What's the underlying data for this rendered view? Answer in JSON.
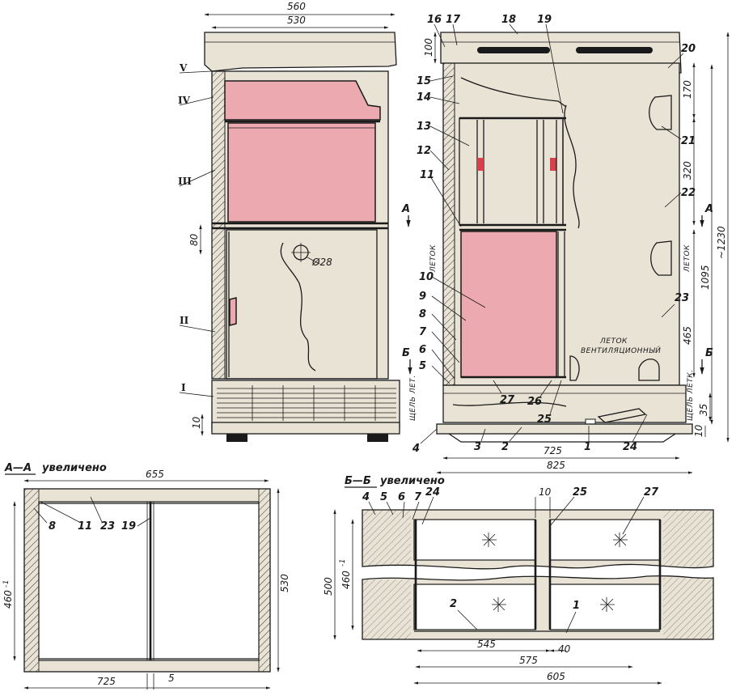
{
  "front_view": {
    "dims": {
      "width_total": "560",
      "width_inner": "530",
      "hole_height": "80",
      "hole_diameter": "Ø28",
      "bottom": "10"
    },
    "roman_labels": [
      "V",
      "IV",
      "III",
      "II",
      "I"
    ]
  },
  "side_view": {
    "part_numbers": [
      "16",
      "17",
      "18",
      "19",
      "20",
      "15",
      "14",
      "13",
      "12",
      "21",
      "11",
      "22",
      "10",
      "9",
      "8",
      "23",
      "7",
      "6",
      "5",
      "27",
      "26",
      "25",
      "4",
      "3",
      "2",
      "1",
      "24"
    ],
    "dims": {
      "top_100": "100",
      "d170": "170",
      "d320": "320",
      "d1095": "1095",
      "d1230": "~1230",
      "d465": "465",
      "d35": "35",
      "d10": "10",
      "d725": "725",
      "d825": "825"
    },
    "section_markers": {
      "a": "А",
      "b": "Б"
    },
    "notes": {
      "letok_upper_left": "ЛЕТОК",
      "letok_upper_right": "ЛЕТОК",
      "letok_vent": "ЛЕТОК\nВЕНТИЛЯЦИОННЫЙ",
      "shchel_left": "ЩЕЛЬ\nЛЕТ.",
      "shchel_right": "ЩЕЛЬ\nЛЕТК."
    }
  },
  "section_a": {
    "title": "А—А",
    "caption": "увеличено",
    "labels": [
      "8",
      "11",
      "23",
      "19"
    ],
    "dims": {
      "top": "655",
      "left": "460",
      "left_sup": "-1",
      "right": "530",
      "bottom": "725",
      "gap": "5"
    }
  },
  "section_b": {
    "title": "Б—Б",
    "caption": "увеличено",
    "labels": [
      "4",
      "5",
      "6",
      "7",
      "24",
      "25",
      "27",
      "2",
      "1"
    ],
    "dims": {
      "gap10": "10",
      "d500": "500",
      "d460": "460",
      "d460_sup": "-1",
      "d545": "545",
      "d40": "40",
      "d575": "575",
      "d605": "605"
    }
  }
}
